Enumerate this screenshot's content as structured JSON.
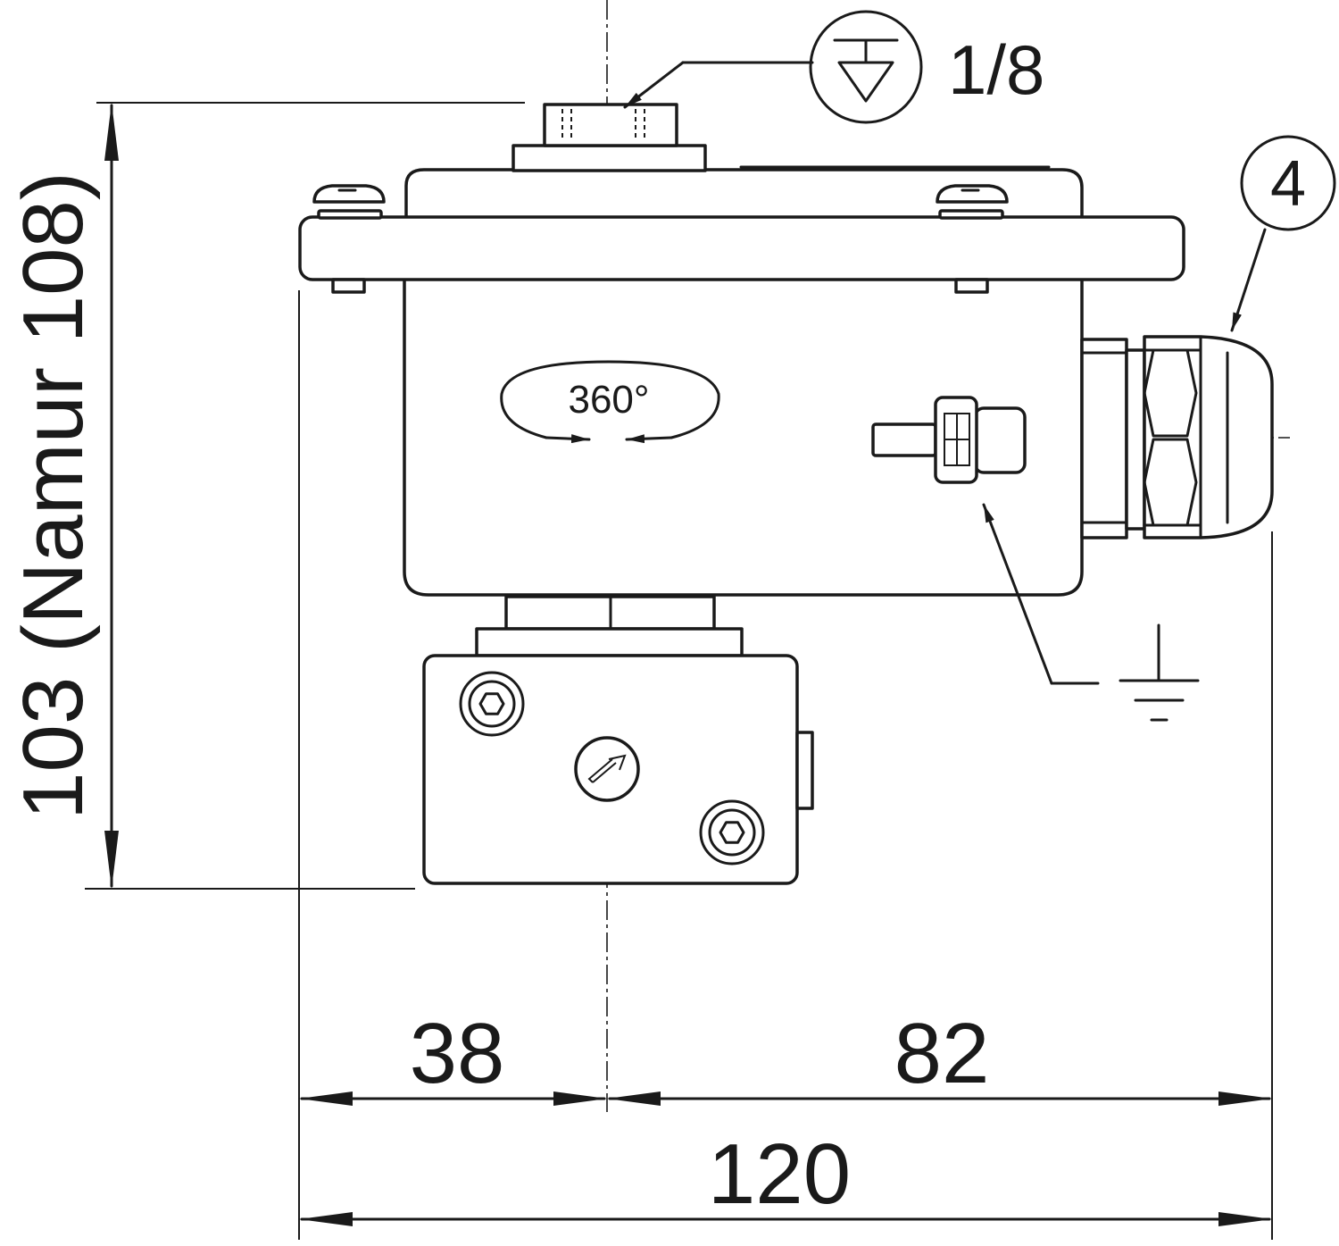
{
  "dimensions": {
    "height_label": "103 (Namur 108)",
    "left_width": "38",
    "right_width": "82",
    "total_width": "120"
  },
  "annotations": {
    "port_size": "1/8",
    "rotation": "360°",
    "callout_number": "4"
  },
  "symbols": {
    "port": "pressure-port-icon",
    "ground": "ground-icon",
    "rotation": "rotation-arrow-icon",
    "flow": "flow-arrow-icon"
  },
  "colors": {
    "line": "#1a1a1a",
    "background": "#ffffff"
  }
}
